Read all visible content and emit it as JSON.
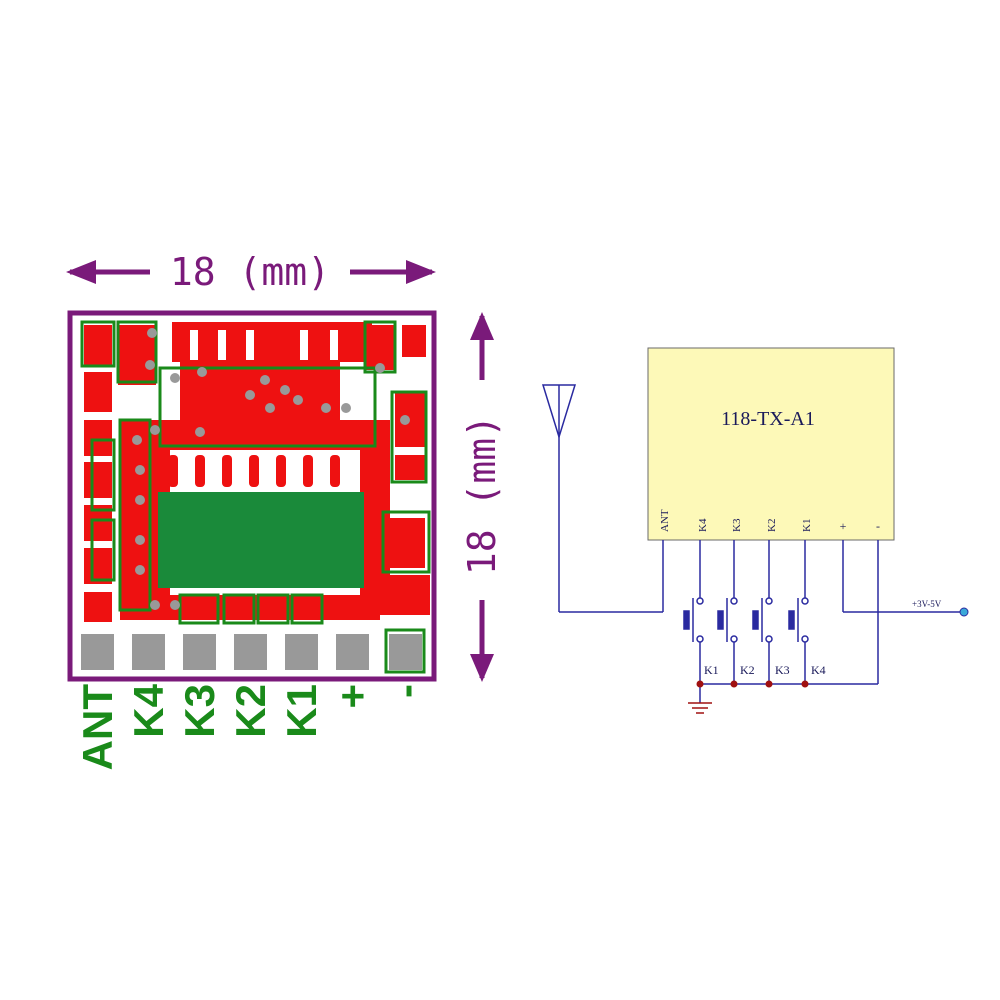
{
  "pcb": {
    "width_label": "18 (mm)",
    "height_label": "18 (mm)",
    "pins": [
      "ANT",
      "K4",
      "K3",
      "K2",
      "K1",
      "+",
      "-"
    ]
  },
  "schematic": {
    "module_name": "118-TX-A1",
    "module_pins": [
      "ANT",
      "K4",
      "K3",
      "K2",
      "K1",
      "+",
      "-"
    ],
    "switch_labels": [
      "K1",
      "K2",
      "K3",
      "K4"
    ],
    "supply_label": "+3V-5V"
  },
  "colors": {
    "board_outline": "#7a1a7a",
    "copper": "#ee1111",
    "silkscreen": "#1a8a1a",
    "ic_body": "#1a8a3a",
    "pad": "#999999",
    "module_fill": "#fdf9b8",
    "wire": "#2a2aa0",
    "junction": "#a01010"
  }
}
